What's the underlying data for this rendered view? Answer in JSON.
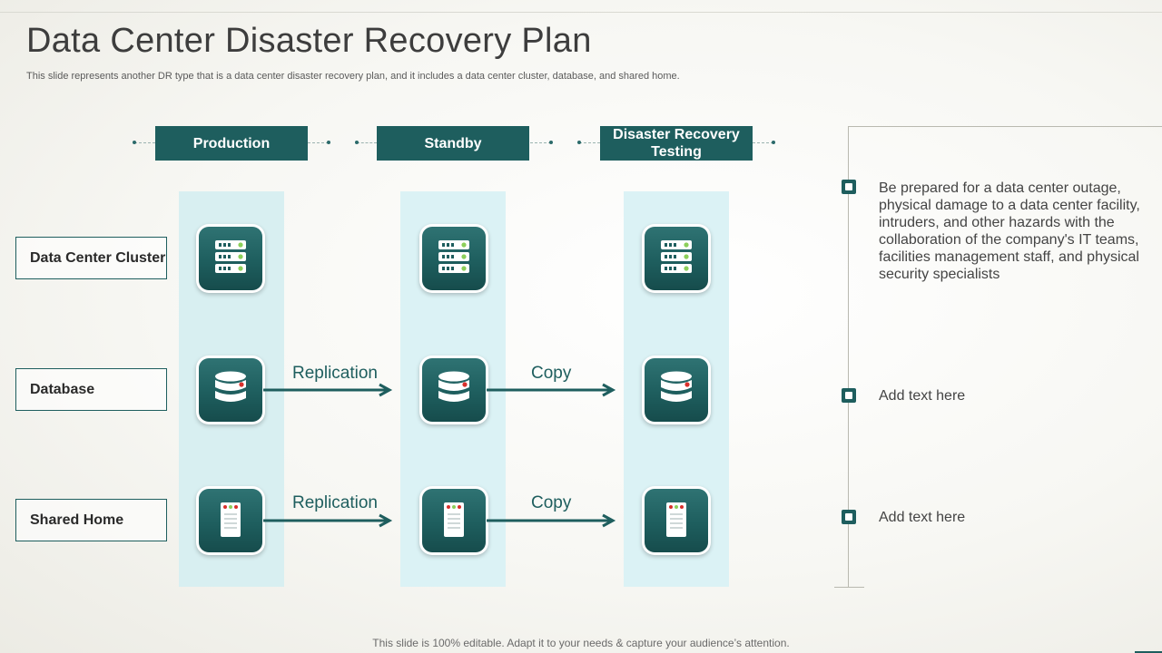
{
  "title": "Data Center Disaster Recovery Plan",
  "subtitle": "This slide represents another DR type that is a data center disaster recovery plan, and it includes a data center cluster, database, and shared home.",
  "columns": [
    {
      "label": "Production"
    },
    {
      "label": "Standby"
    },
    {
      "label": "Disaster Recovery Testing"
    }
  ],
  "rows": [
    {
      "label": "Data Center Cluster",
      "icon": "server-rack-icon"
    },
    {
      "label": "Database",
      "icon": "database-icon"
    },
    {
      "label": "Shared Home",
      "icon": "file-server-icon"
    }
  ],
  "flows": {
    "production_to_standby": "Replication",
    "standby_to_testing": "Copy"
  },
  "notes": [
    {
      "text": "Be prepared for a data center outage, physical damage to a data center facility, intruders, and other hazards with the collaboration of the company's IT teams, facilities management staff, and physical security specialists"
    },
    {
      "text": "Add text here"
    },
    {
      "text": "Add text here"
    }
  ],
  "footer": "This slide is 100% editable. Adapt it to your needs & capture your audience’s attention.",
  "colors": {
    "primary": "#1e5e5e",
    "lane": "#d7f0f2",
    "accent_green": "#8ccf5a",
    "accent_red": "#d9302c"
  }
}
